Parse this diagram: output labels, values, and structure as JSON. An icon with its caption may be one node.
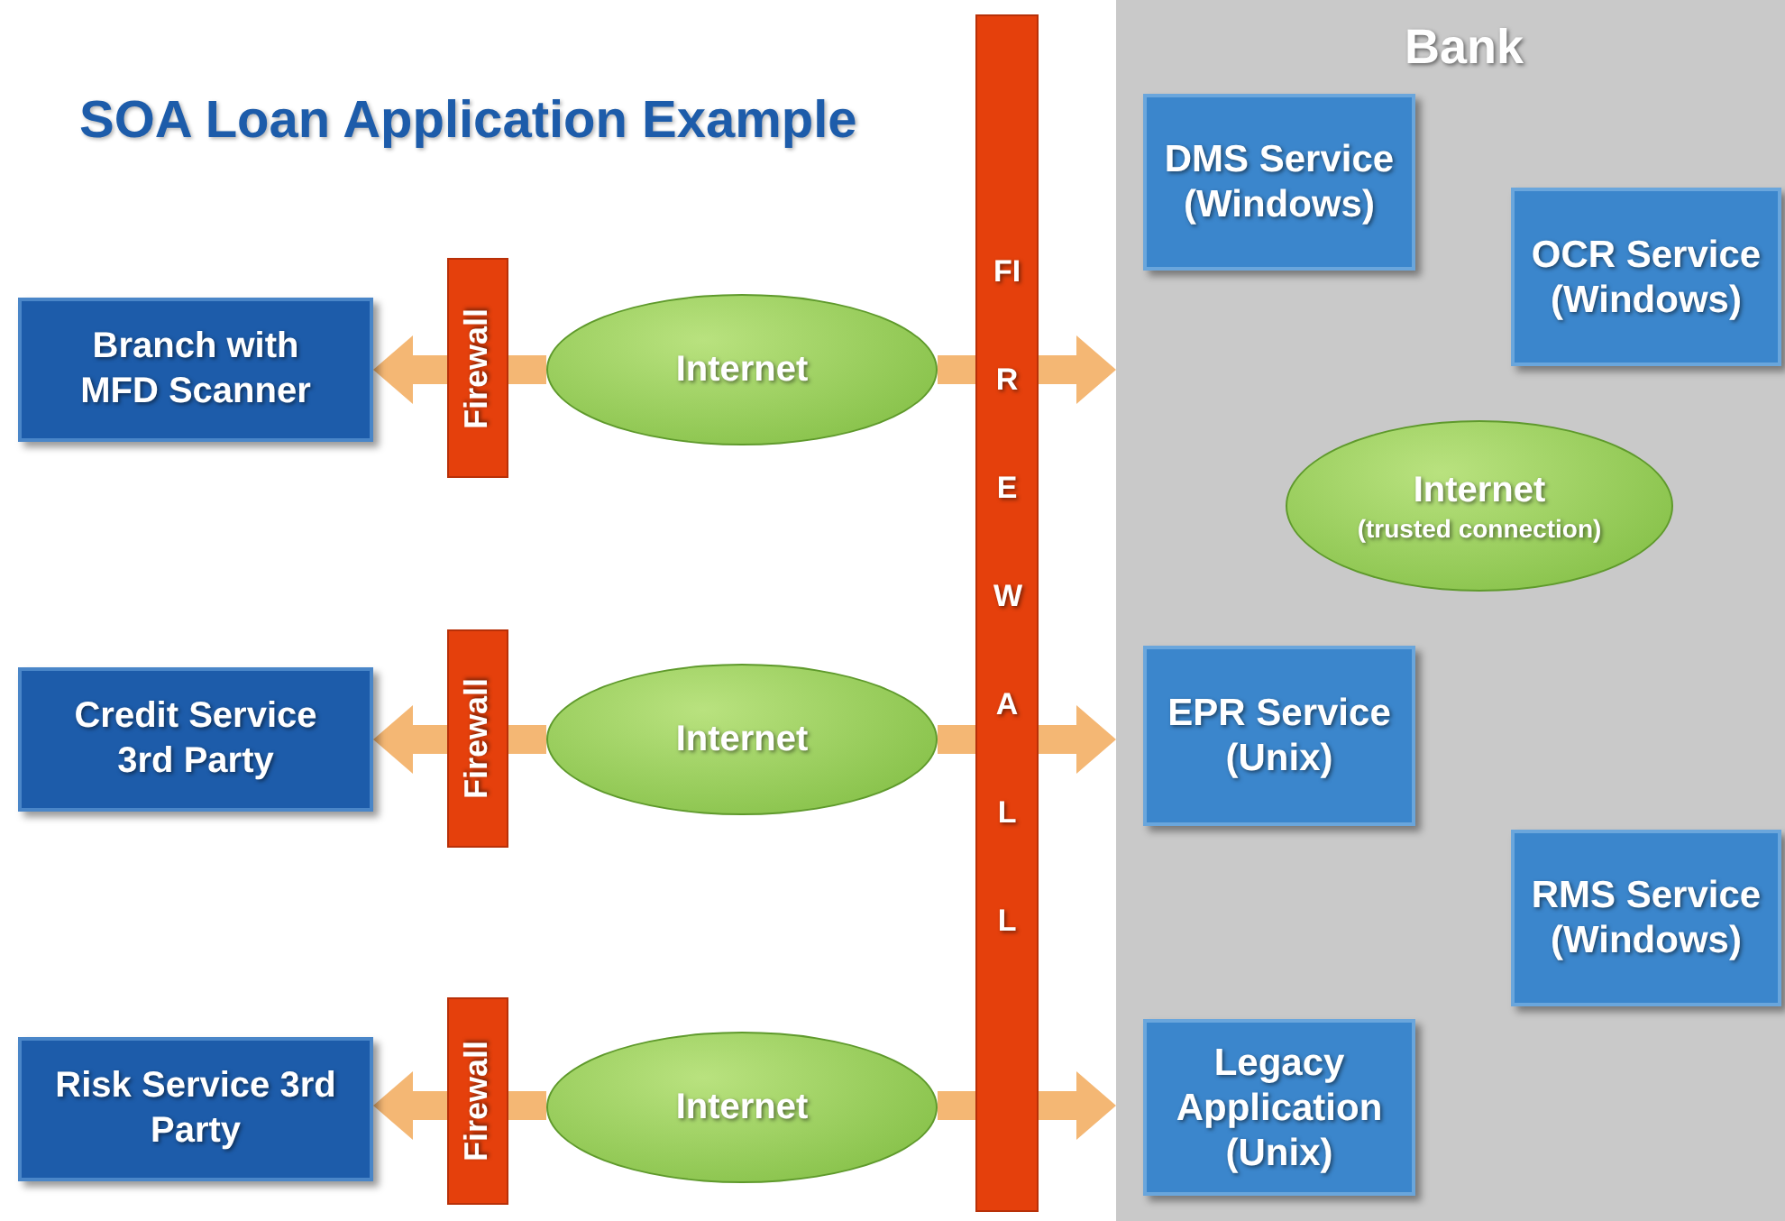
{
  "diagram": {
    "title": "SOA Loan Application Example",
    "nodes": [
      {
        "text": [
          "Branch with MFD Scanner"
        ]
      },
      {
        "text": [
          "Firewall"
        ]
      },
      {
        "text": [
          "Internet"
        ]
      },
      {
        "text": [
          "Credit Service 3rd Party"
        ]
      },
      {
        "text": [
          "Firewall"
        ]
      },
      {
        "text": [
          "Internet"
        ]
      },
      {
        "text": [
          "Risk Service 3rd Party"
        ]
      },
      {
        "text": [
          "Firewall"
        ]
      },
      {
        "text": [
          "Internet"
        ]
      },
      {
        "text": [
          "FIREWALL"
        ]
      },
      {
        "text": [
          "Bank"
        ]
      },
      {
        "text": [
          "DMS Service (Windows)"
        ],
        "in": 10
      },
      {
        "text": [
          "OCR Service (Windows)"
        ],
        "in": 10
      },
      {
        "text": [
          "Internet",
          "(trusted connection)"
        ],
        "in": 10
      },
      {
        "text": [
          "EPR Service (Unix)"
        ],
        "in": 10
      },
      {
        "text": [
          "RMS Service (Windows)"
        ],
        "in": 10
      },
      {
        "text": [
          "Legacy Application (Unix)"
        ],
        "in": 10
      }
    ],
    "edges": [
      {
        "from": 1,
        "to": 0,
        "arrow": "to"
      },
      {
        "from": 1,
        "to": 2,
        "arrow": "none"
      },
      {
        "from": 2,
        "to": 9,
        "arrow": "none"
      },
      {
        "from": 9,
        "to": 10,
        "arrow": "to"
      },
      {
        "from": 4,
        "to": 3,
        "arrow": "to"
      },
      {
        "from": 4,
        "to": 5,
        "arrow": "none"
      },
      {
        "from": 5,
        "to": 9,
        "arrow": "none"
      },
      {
        "from": 9,
        "to": 10,
        "arrow": "to"
      },
      {
        "from": 7,
        "to": 6,
        "arrow": "to"
      },
      {
        "from": 7,
        "to": 8,
        "arrow": "none"
      },
      {
        "from": 8,
        "to": 9,
        "arrow": "none"
      },
      {
        "from": 9,
        "to": 10,
        "arrow": "to"
      }
    ]
  }
}
